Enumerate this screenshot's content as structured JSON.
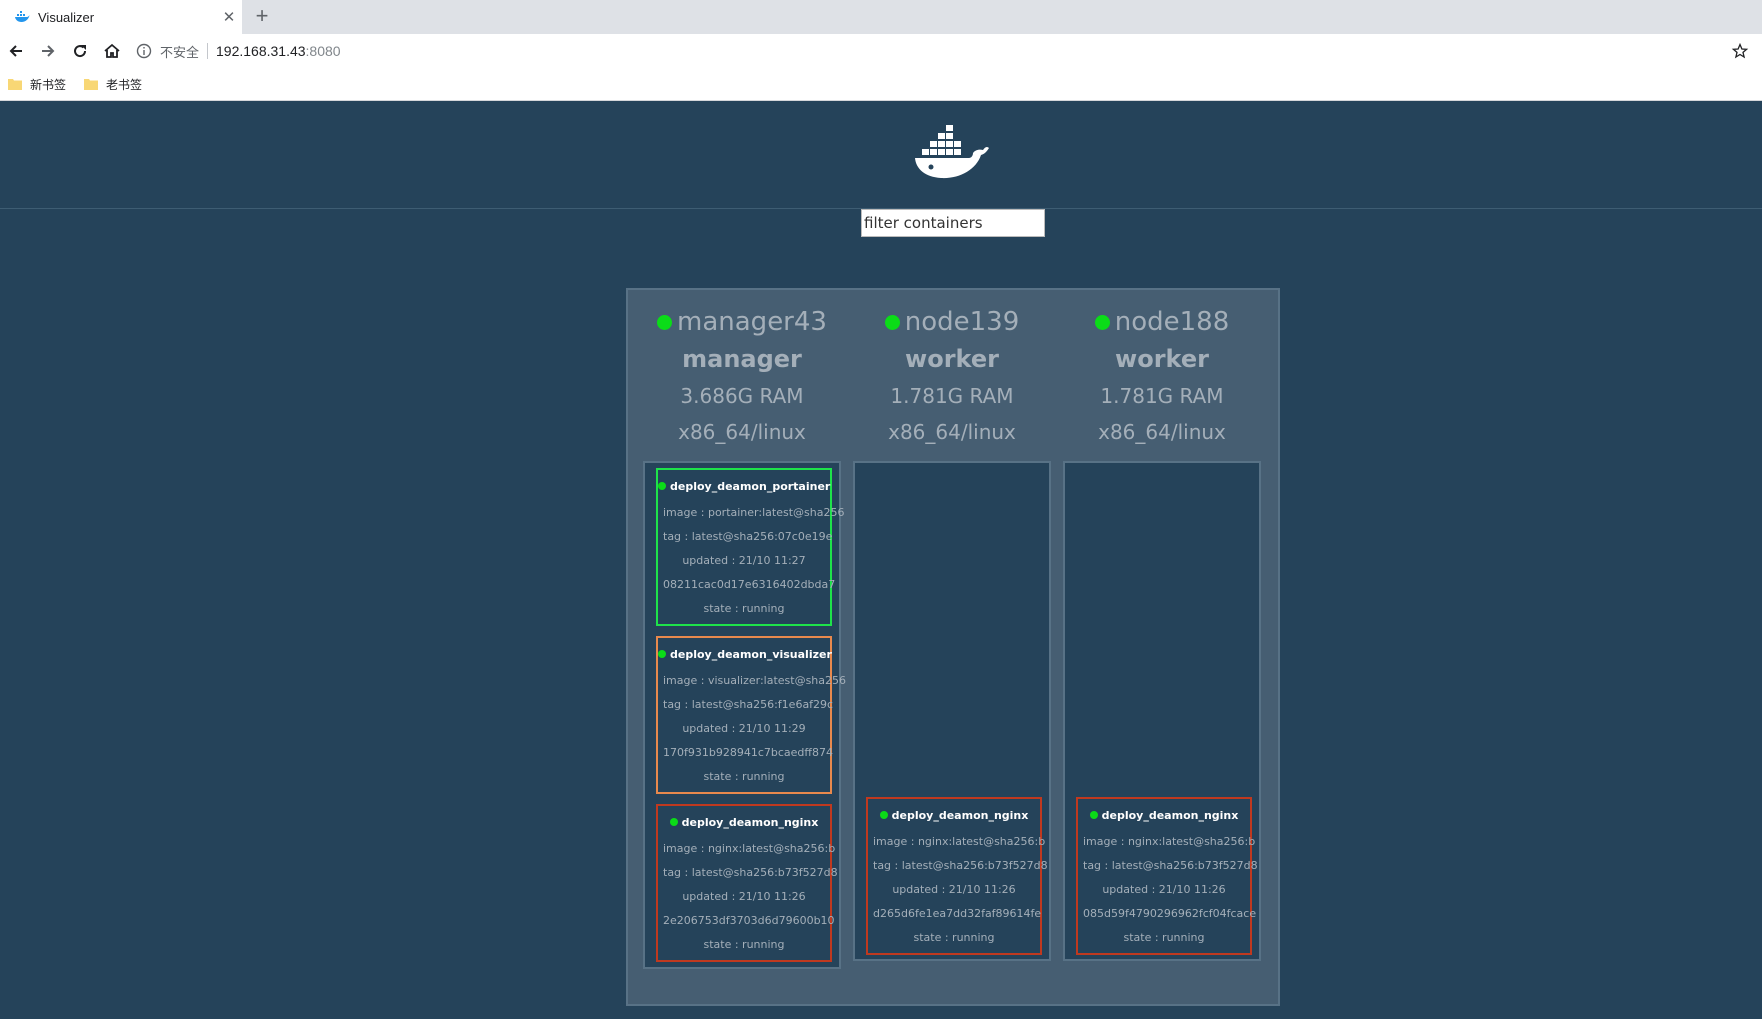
{
  "browser": {
    "tab_title": "Visualizer",
    "tab_close": "✕",
    "new_tab": "+",
    "security_label": "不安全",
    "url_host": "192.168.31.43",
    "url_port": ":8080",
    "bookmarks": [
      "新书签",
      "老书签"
    ]
  },
  "page": {
    "filter_placeholder": "filter containers"
  },
  "nodes": [
    {
      "name": "manager43",
      "role": "manager",
      "ram": "3.686G RAM",
      "os": "x86_64/linux",
      "containers": [
        {
          "name": "deploy_deamon_portainer",
          "image": "image : portainer:latest@sha256",
          "tag": "tag : latest@sha256:07c0e19e",
          "updated": "updated : 21/10 11:27",
          "id": "08211cac0d17e6316402dbda7",
          "state": "state : running",
          "border": "#1ee34a"
        },
        {
          "name": "deploy_deamon_visualizer",
          "image": "image : visualizer:latest@sha256",
          "tag": "tag : latest@sha256:f1e6af29c",
          "updated": "updated : 21/10 11:29",
          "id": "170f931b928941c7bcaedff874",
          "state": "state : running",
          "border": "#e8894d"
        },
        {
          "name": "deploy_deamon_nginx",
          "image": "image : nginx:latest@sha256:b",
          "tag": "tag : latest@sha256:b73f527d8",
          "updated": "updated : 21/10 11:26",
          "id": "2e206753df3703d6d79600b10",
          "state": "state : running",
          "border": "#c0391f"
        }
      ]
    },
    {
      "name": "node139",
      "role": "worker",
      "ram": "1.781G RAM",
      "os": "x86_64/linux",
      "containers": [
        {
          "name": "deploy_deamon_nginx",
          "image": "image : nginx:latest@sha256:b",
          "tag": "tag : latest@sha256:b73f527d8",
          "updated": "updated : 21/10 11:26",
          "id": "d265d6fe1ea7dd32faf89614fe",
          "state": "state : running",
          "border": "#c0391f"
        }
      ]
    },
    {
      "name": "node188",
      "role": "worker",
      "ram": "1.781G RAM",
      "os": "x86_64/linux",
      "containers": [
        {
          "name": "deploy_deamon_nginx",
          "image": "image : nginx:latest@sha256:b",
          "tag": "tag : latest@sha256:b73f527d8",
          "updated": "updated : 21/10 11:26",
          "id": "085d59f4790296962fcf04fcace",
          "state": "state : running",
          "border": "#c0391f"
        }
      ]
    }
  ],
  "icons": [
    "docker-favicon",
    "back-arrow-icon",
    "forward-arrow-icon",
    "reload-icon",
    "home-icon",
    "info-icon",
    "star-icon",
    "folder-icon",
    "docker-whale-logo"
  ]
}
